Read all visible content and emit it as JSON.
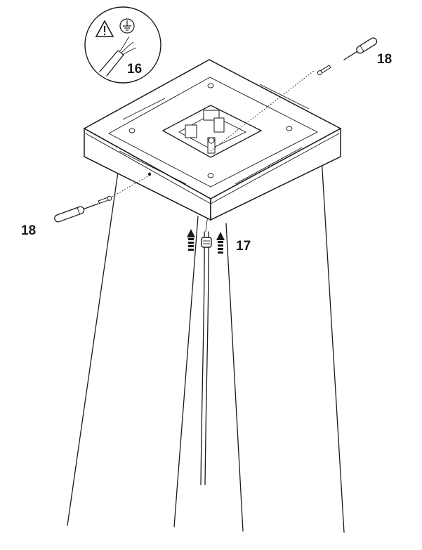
{
  "callouts": {
    "screw_top": "18",
    "screw_left": "18",
    "cable_gland": "17",
    "wiring_note": "16"
  },
  "icons": [
    "warning-triangle-icon",
    "earth-ground-icon",
    "screwdriver-icon",
    "push-up-arrow-icon"
  ]
}
